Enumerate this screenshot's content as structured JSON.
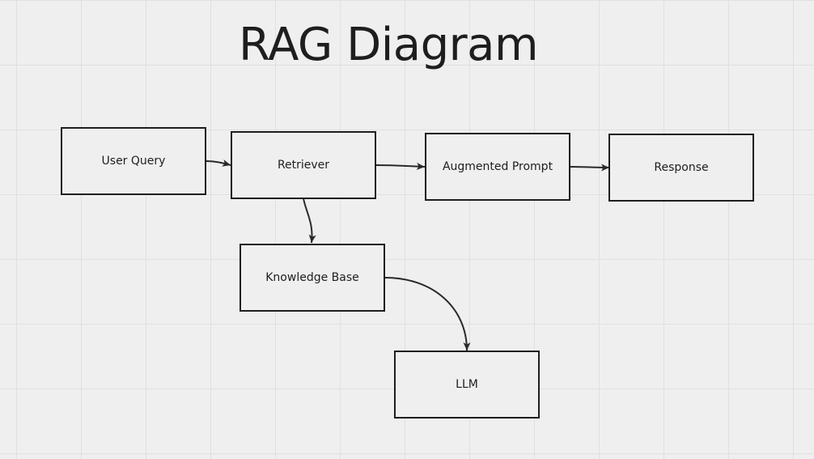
{
  "diagram": {
    "title": "RAG Diagram",
    "nodes": [
      {
        "id": "user-query",
        "label": "User Query"
      },
      {
        "id": "retriever",
        "label": "Retriever"
      },
      {
        "id": "augmented-prompt",
        "label": "Augmented Prompt"
      },
      {
        "id": "response",
        "label": "Response"
      },
      {
        "id": "knowledge-base",
        "label": "Knowledge Base"
      },
      {
        "id": "llm",
        "label": "LLM"
      }
    ],
    "edges": [
      {
        "from": "user-query",
        "to": "retriever"
      },
      {
        "from": "retriever",
        "to": "augmented-prompt"
      },
      {
        "from": "augmented-prompt",
        "to": "response"
      },
      {
        "from": "retriever",
        "to": "knowledge-base"
      },
      {
        "from": "knowledge-base",
        "to": "llm"
      }
    ],
    "colors": {
      "background": "#efefef",
      "grid": "#e0e0e0",
      "stroke": "#1e1e1e"
    }
  }
}
